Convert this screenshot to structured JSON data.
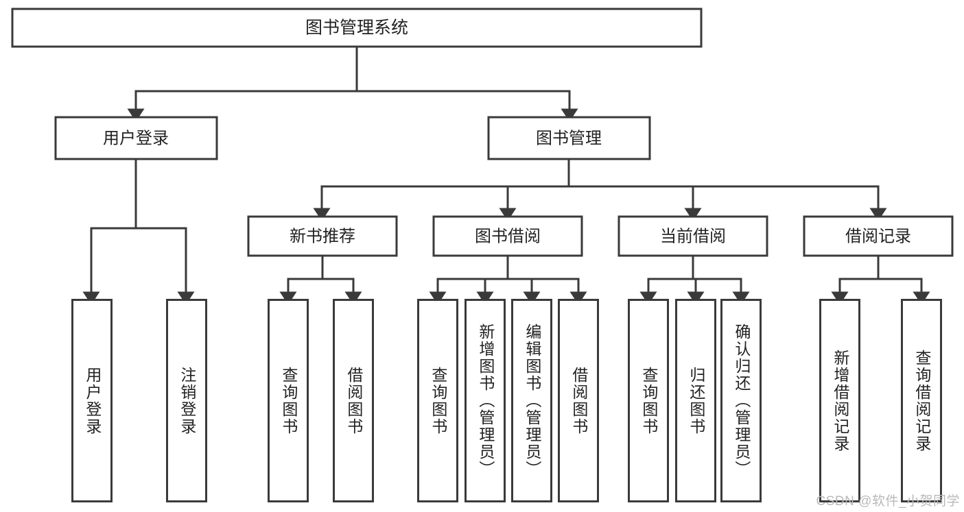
{
  "diagram": {
    "type": "tree-hierarchy-chart",
    "title": "图书管理系统",
    "orientation": "top-down",
    "root": {
      "label": "图书管理系统"
    },
    "level2": [
      {
        "label": "用户登录"
      },
      {
        "label": "图书管理"
      }
    ],
    "level3": [
      {
        "label": "新书推荐"
      },
      {
        "label": "图书借阅"
      },
      {
        "label": "当前借阅"
      },
      {
        "label": "借阅记录"
      }
    ],
    "leaves": {
      "user_login": [
        "用户登录",
        "注销登录"
      ],
      "new_book_recommend": [
        "查询图书",
        "借阅图书"
      ],
      "book_borrow": [
        "查询图书",
        "新增图书（管理员）",
        "编辑图书（管理员）",
        "借阅图书"
      ],
      "current_borrow": [
        "查询图书",
        "归还图书",
        "确认归还（管理员）"
      ],
      "borrow_record": [
        "新增借阅记录",
        "查询借阅记录"
      ]
    },
    "colors": {
      "stroke": "#3a3a3a",
      "fill": "#ffffff",
      "text": "#222222",
      "watermark": "#b9b9b9"
    }
  },
  "watermark": {
    "text": "CSDN @软件_小贺同学"
  }
}
